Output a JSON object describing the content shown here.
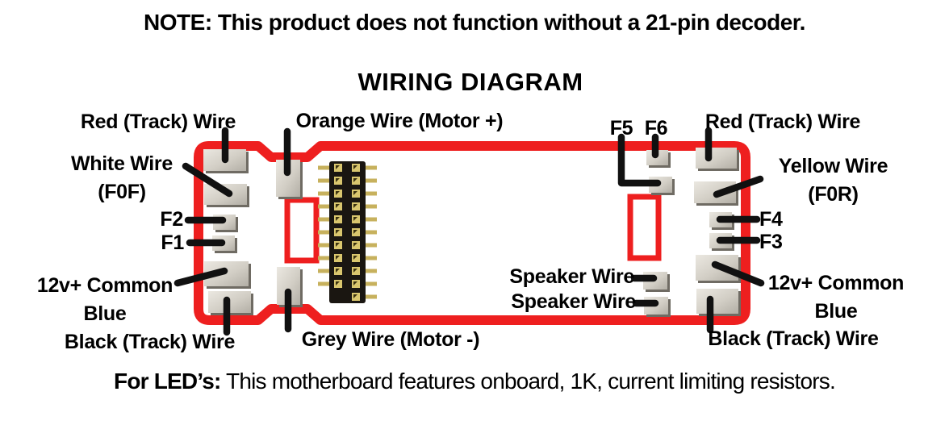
{
  "note": "NOTE: This product does not function without a 21-pin decoder.",
  "title": "WIRING DIAGRAM",
  "footer": {
    "prefix": "For LED’s:",
    "text": " This motherboard features onboard, 1K, current limiting resistors."
  },
  "labels": {
    "red_track_left": "Red (Track) Wire",
    "white_wire": "White Wire",
    "f0f": "(F0F)",
    "f2": "F2",
    "f1": "F1",
    "common_12v_left_line1": "12v+ Common",
    "common_12v_left_line2": "Blue",
    "black_track_left": "Black (Track) Wire",
    "orange_wire": "Orange Wire (Motor +)",
    "grey_wire": "Grey Wire (Motor -)",
    "f5": "F5",
    "f6": "F6",
    "red_track_right": "Red (Track) Wire",
    "yellow_wire": "Yellow Wire",
    "f0r": "(F0R)",
    "f4": "F4",
    "f3": "F3",
    "speaker_wire_1": "Speaker Wire",
    "speaker_wire_2": "Speaker Wire",
    "common_12v_right_line1": "12v+ Common",
    "common_12v_right_line2": "Blue",
    "black_track_right": "Black (Track) Wire"
  },
  "board": {
    "connector_pins": 21,
    "pin_rows": 11,
    "colors": {
      "outline_red": "#ee1f1f",
      "pad_grey": "#cfccc3",
      "pad_shadow": "#6f6b63",
      "connector_body": "#1a1611",
      "pin_gold": "#d9c66e",
      "leg_gold": "#c7b15d",
      "leader_black": "#111111",
      "text": "#000000"
    }
  }
}
